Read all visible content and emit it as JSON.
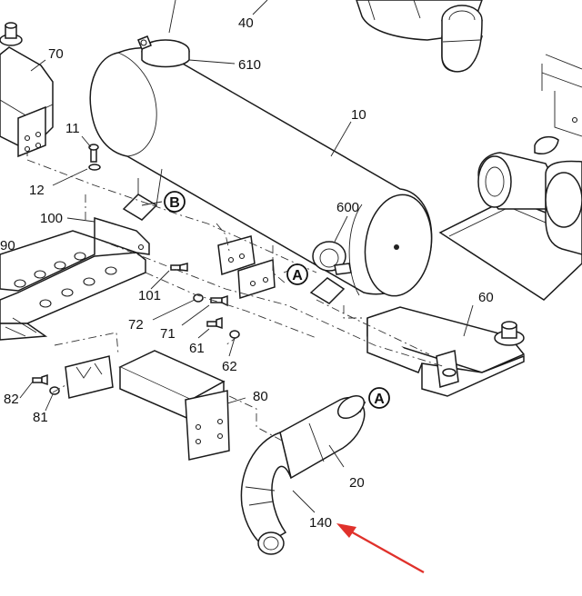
{
  "callouts": {
    "c10": "10",
    "c11": "11",
    "c12": "12",
    "c20": "20",
    "c40": "40",
    "c60": "60",
    "c61": "61",
    "c62": "62",
    "c70": "70",
    "c71": "71",
    "c72": "72",
    "c80": "80",
    "c81": "81",
    "c82": "82",
    "c90": "90",
    "c100": "100",
    "c101": "101",
    "c140": "140",
    "c600": "600",
    "c610": "610"
  },
  "markers": {
    "a_upper": "A",
    "a_lower": "A",
    "b": "B"
  },
  "highlight_color": "#e0312b"
}
